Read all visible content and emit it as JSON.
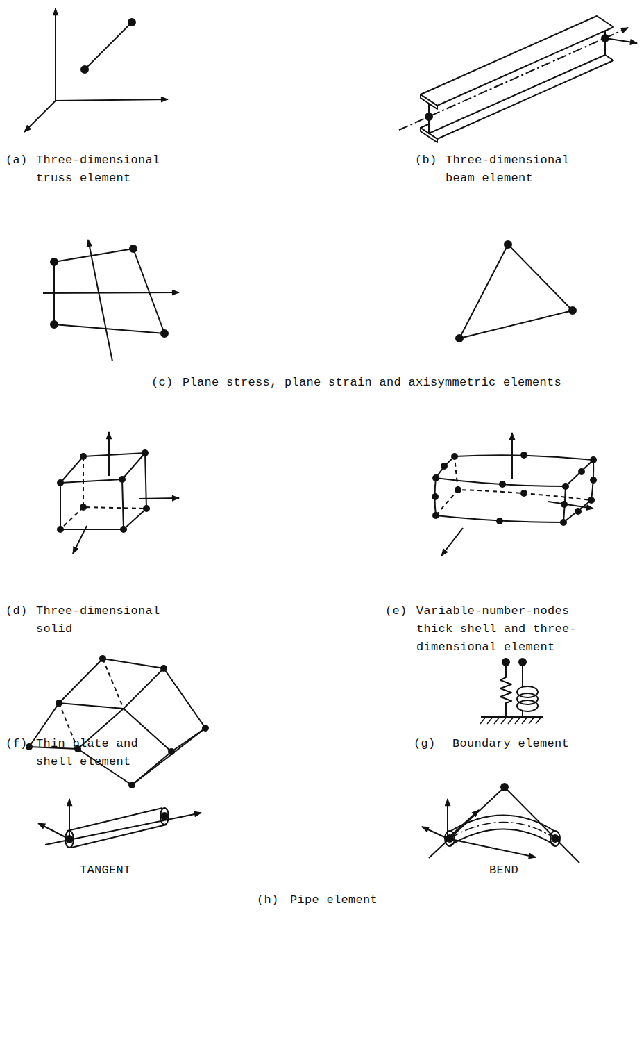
{
  "diagram": {
    "labels": [
      "(a)",
      "Three-dimensional truss element",
      "(b)",
      "Three-dimensional beam element",
      "(c)",
      "Plane stress, plane strain and axisymmetric elements",
      "(d)",
      "Three-dimensional solid",
      "(e)",
      "Variable-number-nodes thick shell and three-dimensional element",
      "(f)",
      "Thin plate and shell element",
      "(g)",
      "Boundary element",
      "TANGENT",
      "BEND",
      "(h)",
      "Pipe element"
    ]
  }
}
